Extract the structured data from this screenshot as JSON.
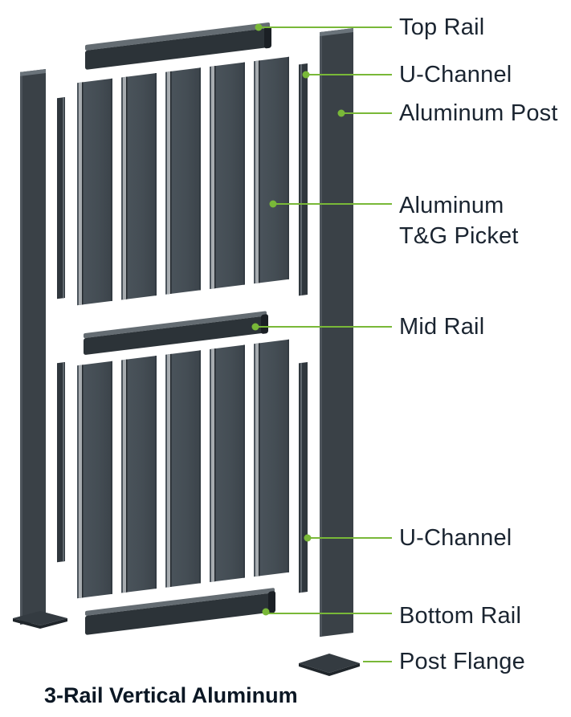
{
  "title": "3-Rail Vertical Aluminum",
  "callouts": [
    {
      "id": "top-rail",
      "label": "Top Rail"
    },
    {
      "id": "u-channel-upper",
      "label": "U-Channel"
    },
    {
      "id": "aluminum-post",
      "label": "Aluminum Post"
    },
    {
      "id": "aluminum-tg-picket",
      "label": "Aluminum T&G Picket",
      "lines": [
        "Aluminum",
        "T&G Picket"
      ]
    },
    {
      "id": "mid-rail",
      "label": "Mid Rail"
    },
    {
      "id": "u-channel-lower",
      "label": "U-Channel"
    },
    {
      "id": "bottom-rail",
      "label": "Bottom Rail"
    },
    {
      "id": "post-flange",
      "label": "Post Flange"
    }
  ],
  "colors": {
    "callout_green": "#79B838",
    "rail_dark": "#2C3338",
    "post_gray": "#3A4147",
    "picket_gray": "#454E55",
    "picket_stripe": "#A7ACB0",
    "label_text": "#1A2430"
  }
}
